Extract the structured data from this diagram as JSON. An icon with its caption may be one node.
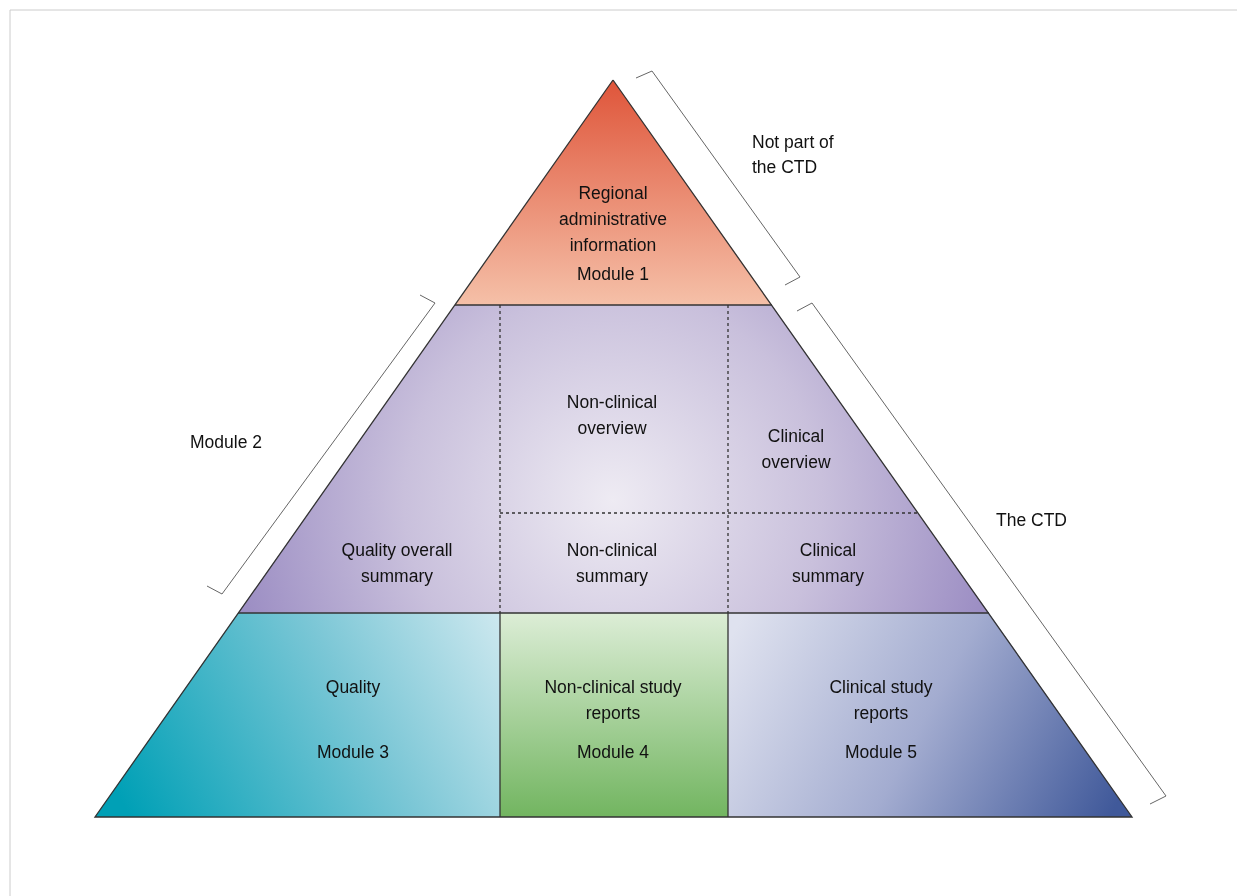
{
  "diagram": {
    "nodes": [
      {
        "text": [
          "Regional administrative information",
          "Module 1"
        ]
      },
      {
        "text": [
          "Quality overall summary"
        ]
      },
      {
        "text": [
          "Non-clinical overview"
        ]
      },
      {
        "text": [
          "Clinical overview"
        ]
      },
      {
        "text": [
          "Non-clinical summary"
        ]
      },
      {
        "text": [
          "Clinical summary"
        ]
      },
      {
        "text": [
          "Quality",
          "Module 3"
        ]
      },
      {
        "text": [
          "Non-clinical study reports",
          "Module 4"
        ]
      },
      {
        "text": [
          "Clinical study reports",
          "Module 5"
        ]
      }
    ],
    "labels": [
      "Not part of the CTD",
      "Module 2",
      "The CTD"
    ]
  }
}
